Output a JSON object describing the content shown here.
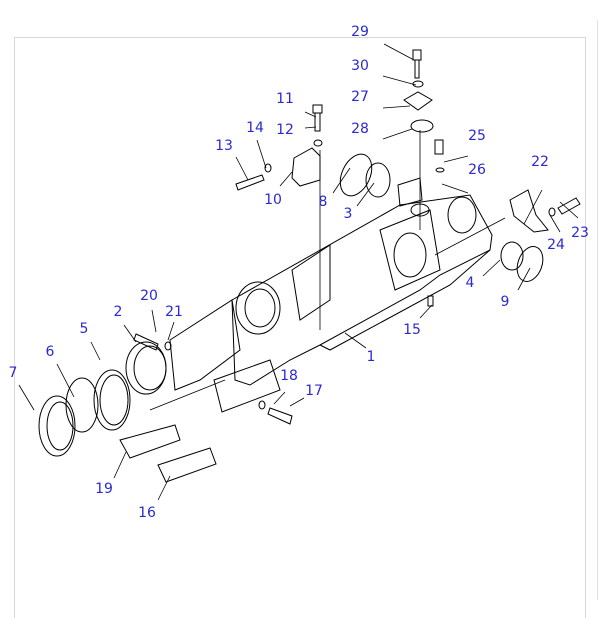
{
  "diagram": {
    "type": "exploded parts diagram",
    "label_color": "#2a2ad0",
    "callouts": [
      "29",
      "30",
      "27",
      "28",
      "11",
      "12",
      "14",
      "13",
      "10",
      "8",
      "3",
      "25",
      "26",
      "22",
      "23",
      "24",
      "4",
      "9",
      "15",
      "1",
      "20",
      "21",
      "2",
      "5",
      "6",
      "7",
      "18",
      "17",
      "19",
      "16"
    ]
  }
}
